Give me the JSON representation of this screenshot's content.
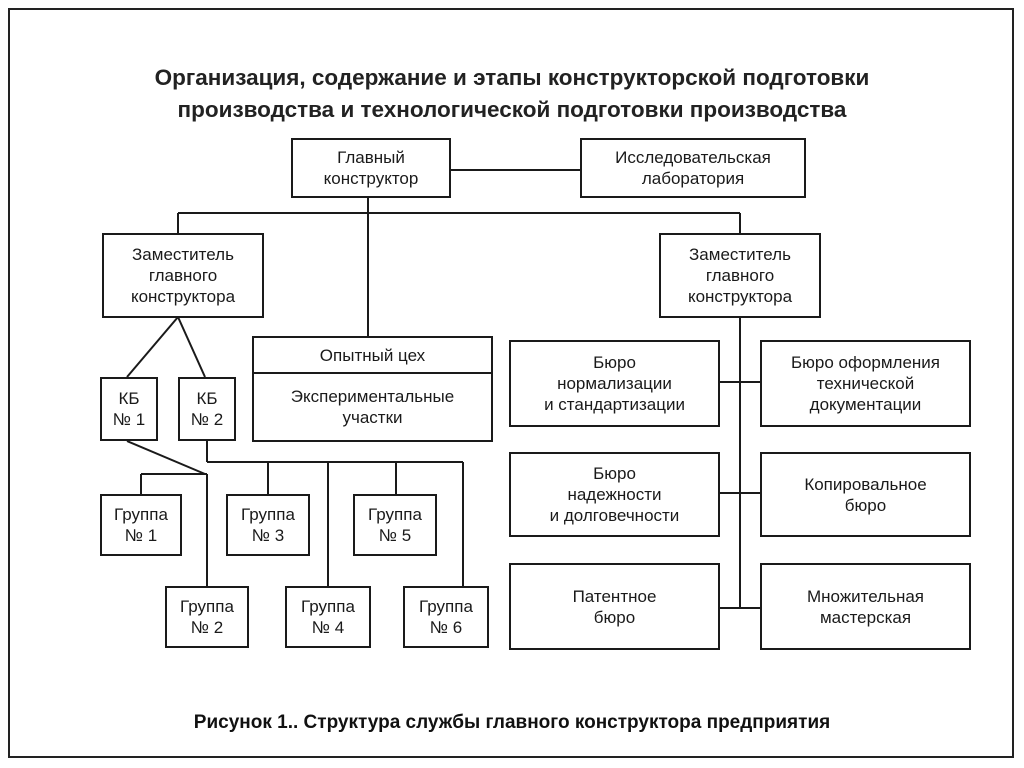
{
  "slide": {
    "title_line1": "Организация, содержание и этапы конструкторской подготовки",
    "title_line2": "производства и технологической подготовки производства",
    "caption": "Рисунок 1.. Структура службы главного конструктора предприятия"
  },
  "boxes": {
    "chief": "Главный\nконструктор",
    "lab": "Исследовательская\nлаборатория",
    "deputy_left": "Заместитель\nглавного\nконструктора",
    "deputy_right": "Заместитель\nглавного\nконструктора",
    "workshop_top": "Опытный цех",
    "workshop_bottom": "Экспериментальные\nучастки",
    "kb1": "КБ\n№ 1",
    "kb2": "КБ\n№ 2",
    "group1": "Группа\n№ 1",
    "group2": "Группа\n№ 2",
    "group3": "Группа\n№ 3",
    "group4": "Группа\n№ 4",
    "group5": "Группа\n№ 5",
    "group6": "Группа\n№ 6",
    "bureau_norm": "Бюро\nнормализации\nи стандартизации",
    "bureau_doc": "Бюро оформления\nтехнической\nдокументации",
    "bureau_rel": "Бюро\nнадежности\nи долговечности",
    "bureau_copy": "Копировальное\nбюро",
    "bureau_patent": "Патентное\nбюро",
    "copy_shop": "Множительная\nмастерская"
  },
  "colors": {
    "line": "#1a1a1a",
    "background": "#ffffff"
  }
}
